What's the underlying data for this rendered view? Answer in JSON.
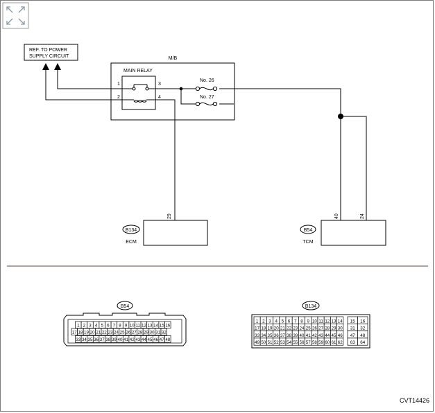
{
  "toolbar": {
    "expand_icon": "expand-arrows-icon"
  },
  "ref_box": {
    "line1": "REF. TO POWER",
    "line2": "SUPPLY CIRCUIT"
  },
  "mb": {
    "label": "M/B",
    "relay_label": "MAIN RELAY",
    "pins": {
      "p1": "1",
      "p2": "2",
      "p3": "3",
      "p4": "4"
    },
    "fuse1": "No. 26",
    "fuse2": "No. 27"
  },
  "ecm": {
    "connector": "B134",
    "label": "ECM",
    "pin": "29"
  },
  "tcm": {
    "connector": "B54",
    "label": "TCM",
    "pin_a": "40",
    "pin_b": "24"
  },
  "b54": {
    "label": "B54",
    "row1": [
      "1",
      "2",
      "3",
      "4",
      "5",
      "6",
      "7",
      "8",
      "9",
      "10",
      "11",
      "12",
      "13",
      "14",
      "15",
      "16"
    ],
    "row2": [
      "17",
      "18",
      "19",
      "20",
      "21",
      "22",
      "23",
      "24",
      "25",
      "26",
      "27",
      "28",
      "29",
      "30",
      "31",
      "32"
    ],
    "row3": [
      "33",
      "34",
      "35",
      "36",
      "37",
      "38",
      "39",
      "40",
      "41",
      "42",
      "43",
      "44",
      "45",
      "46",
      "47",
      "48"
    ]
  },
  "b134": {
    "label": "B134",
    "rows": [
      [
        "1",
        "2",
        "3",
        "4",
        "5",
        "6",
        "7",
        "8",
        "9",
        "10",
        "11",
        "12",
        "13",
        "14"
      ],
      [
        "17",
        "18",
        "19",
        "20",
        "21",
        "22",
        "23",
        "24",
        "25",
        "26",
        "27",
        "28",
        "29",
        "30"
      ],
      [
        "33",
        "34",
        "35",
        "36",
        "37",
        "38",
        "39",
        "40",
        "41",
        "42",
        "43",
        "44",
        "45",
        "46"
      ],
      [
        "49",
        "50",
        "51",
        "52",
        "53",
        "54",
        "55",
        "56",
        "57",
        "58",
        "59",
        "60",
        "61",
        "62"
      ]
    ],
    "side": [
      [
        "15",
        "16"
      ],
      [
        "31",
        "32"
      ],
      [
        "47",
        "48"
      ],
      [
        "63",
        "64"
      ]
    ]
  },
  "footer": {
    "code": "CVT14426"
  }
}
